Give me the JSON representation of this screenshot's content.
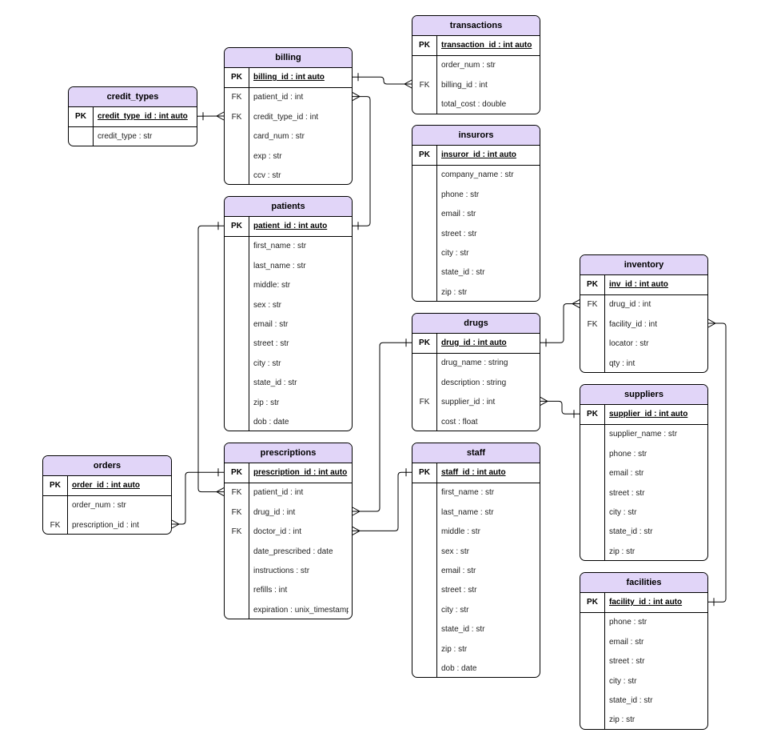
{
  "entities": [
    {
      "id": "transactions",
      "title": "transactions",
      "rows": [
        {
          "key": "PK",
          "field": "transaction_id : int auto",
          "pk": true
        },
        {
          "key": "",
          "field": "order_num : str"
        },
        {
          "key": "FK",
          "field": "billing_id : int"
        },
        {
          "key": "",
          "field": "total_cost : double"
        }
      ]
    },
    {
      "id": "billing",
      "title": "billing",
      "rows": [
        {
          "key": "PK",
          "field": "billing_id : int auto",
          "pk": true
        },
        {
          "key": "FK",
          "field": "patient_id : int"
        },
        {
          "key": "FK",
          "field": "credit_type_id : int"
        },
        {
          "key": "",
          "field": "card_num : str"
        },
        {
          "key": "",
          "field": "exp : str"
        },
        {
          "key": "",
          "field": "ccv : str"
        }
      ]
    },
    {
      "id": "credit_types",
      "title": "credit_types",
      "rows": [
        {
          "key": "PK",
          "field": "credit_type_id : int auto",
          "pk": true
        },
        {
          "key": "",
          "field": "credit_type : str"
        }
      ]
    },
    {
      "id": "insurors",
      "title": "insurors",
      "rows": [
        {
          "key": "PK",
          "field": "insuror_id : int auto",
          "pk": true
        },
        {
          "key": "",
          "field": "company_name : str"
        },
        {
          "key": "",
          "field": "phone : str"
        },
        {
          "key": "",
          "field": "email : str"
        },
        {
          "key": "",
          "field": "street : str"
        },
        {
          "key": "",
          "field": "city : str"
        },
        {
          "key": "",
          "field": "state_id : str"
        },
        {
          "key": "",
          "field": "zip : str"
        }
      ]
    },
    {
      "id": "patients",
      "title": "patients",
      "rows": [
        {
          "key": "PK",
          "field": "patient_id : int auto",
          "pk": true
        },
        {
          "key": "",
          "field": "first_name : str"
        },
        {
          "key": "",
          "field": "last_name : str"
        },
        {
          "key": "",
          "field": "middle: str"
        },
        {
          "key": "",
          "field": "sex : str"
        },
        {
          "key": "",
          "field": "email : str"
        },
        {
          "key": "",
          "field": "street : str"
        },
        {
          "key": "",
          "field": "city : str"
        },
        {
          "key": "",
          "field": "state_id : str"
        },
        {
          "key": "",
          "field": "zip : str"
        },
        {
          "key": "",
          "field": "dob : date"
        }
      ]
    },
    {
      "id": "inventory",
      "title": "inventory",
      "rows": [
        {
          "key": "PK",
          "field": "inv_id : int auto",
          "pk": true
        },
        {
          "key": "FK",
          "field": "drug_id : int"
        },
        {
          "key": "FK",
          "field": "facility_id : int"
        },
        {
          "key": "",
          "field": "locator : str"
        },
        {
          "key": "",
          "field": "qty : int"
        }
      ]
    },
    {
      "id": "drugs",
      "title": "drugs",
      "rows": [
        {
          "key": "PK",
          "field": "drug_id : int auto",
          "pk": true
        },
        {
          "key": "",
          "field": "drug_name : string"
        },
        {
          "key": "",
          "field": "description : string"
        },
        {
          "key": "FK",
          "field": "supplier_id : int"
        },
        {
          "key": "",
          "field": "cost : float"
        }
      ]
    },
    {
      "id": "suppliers",
      "title": "suppliers",
      "rows": [
        {
          "key": "PK",
          "field": "supplier_id : int auto",
          "pk": true
        },
        {
          "key": "",
          "field": "supplier_name : str"
        },
        {
          "key": "",
          "field": "phone : str"
        },
        {
          "key": "",
          "field": "email : str"
        },
        {
          "key": "",
          "field": "street : str"
        },
        {
          "key": "",
          "field": "city : str"
        },
        {
          "key": "",
          "field": "state_id : str"
        },
        {
          "key": "",
          "field": "zip : str"
        }
      ]
    },
    {
      "id": "orders",
      "title": "orders",
      "rows": [
        {
          "key": "PK",
          "field": "order_id : int auto",
          "pk": true
        },
        {
          "key": "",
          "field": "order_num : str"
        },
        {
          "key": "FK",
          "field": "prescription_id : int"
        }
      ]
    },
    {
      "id": "prescriptions",
      "title": "prescriptions",
      "rows": [
        {
          "key": "PK",
          "field": "prescription_id : int auto",
          "pk": true
        },
        {
          "key": "FK",
          "field": "patient_id : int"
        },
        {
          "key": "FK",
          "field": "drug_id : int"
        },
        {
          "key": "FK",
          "field": "doctor_id : int"
        },
        {
          "key": "",
          "field": "date_prescribed : date"
        },
        {
          "key": "",
          "field": "instructions : str"
        },
        {
          "key": "",
          "field": "refills : int"
        },
        {
          "key": "",
          "field": "expiration : unix_timestamp"
        }
      ]
    },
    {
      "id": "staff",
      "title": "staff",
      "rows": [
        {
          "key": "PK",
          "field": "staff_id : int auto",
          "pk": true
        },
        {
          "key": "",
          "field": "first_name : str"
        },
        {
          "key": "",
          "field": "last_name : str"
        },
        {
          "key": "",
          "field": "middle : str"
        },
        {
          "key": "",
          "field": "sex : str"
        },
        {
          "key": "",
          "field": "email : str"
        },
        {
          "key": "",
          "field": "street : str"
        },
        {
          "key": "",
          "field": "city : str"
        },
        {
          "key": "",
          "field": "state_id : str"
        },
        {
          "key": "",
          "field": "zip : str"
        },
        {
          "key": "",
          "field": "dob : date"
        }
      ]
    },
    {
      "id": "facilities",
      "title": "facilities",
      "rows": [
        {
          "key": "PK",
          "field": "facility_id : int auto",
          "pk": true
        },
        {
          "key": "",
          "field": "phone : str"
        },
        {
          "key": "",
          "field": "email : str"
        },
        {
          "key": "",
          "field": "street : str"
        },
        {
          "key": "",
          "field": "city : str"
        },
        {
          "key": "",
          "field": "state_id : str"
        },
        {
          "key": "",
          "field": "zip : str"
        }
      ]
    }
  ],
  "relations": [
    {
      "from": "billing",
      "from_row": 0,
      "to": "transactions",
      "to_row": 2
    },
    {
      "from": "credit_types",
      "from_row": 0,
      "to": "billing",
      "to_row": 2
    },
    {
      "from": "patients",
      "from_row": 0,
      "to": "billing",
      "to_row": 1
    },
    {
      "from": "patients",
      "from_row": 0,
      "to": "prescriptions",
      "to_row": 1
    },
    {
      "from": "prescriptions",
      "from_row": 0,
      "to": "orders",
      "to_row": 2
    },
    {
      "from": "drugs",
      "from_row": 0,
      "to": "prescriptions",
      "to_row": 2
    },
    {
      "from": "staff",
      "from_row": 0,
      "to": "prescriptions",
      "to_row": 3
    },
    {
      "from": "drugs",
      "from_row": 0,
      "to": "inventory",
      "to_row": 1
    },
    {
      "from": "suppliers",
      "from_row": 0,
      "to": "drugs",
      "to_row": 3
    },
    {
      "from": "facilities",
      "from_row": 0,
      "to": "inventory",
      "to_row": 2
    }
  ]
}
